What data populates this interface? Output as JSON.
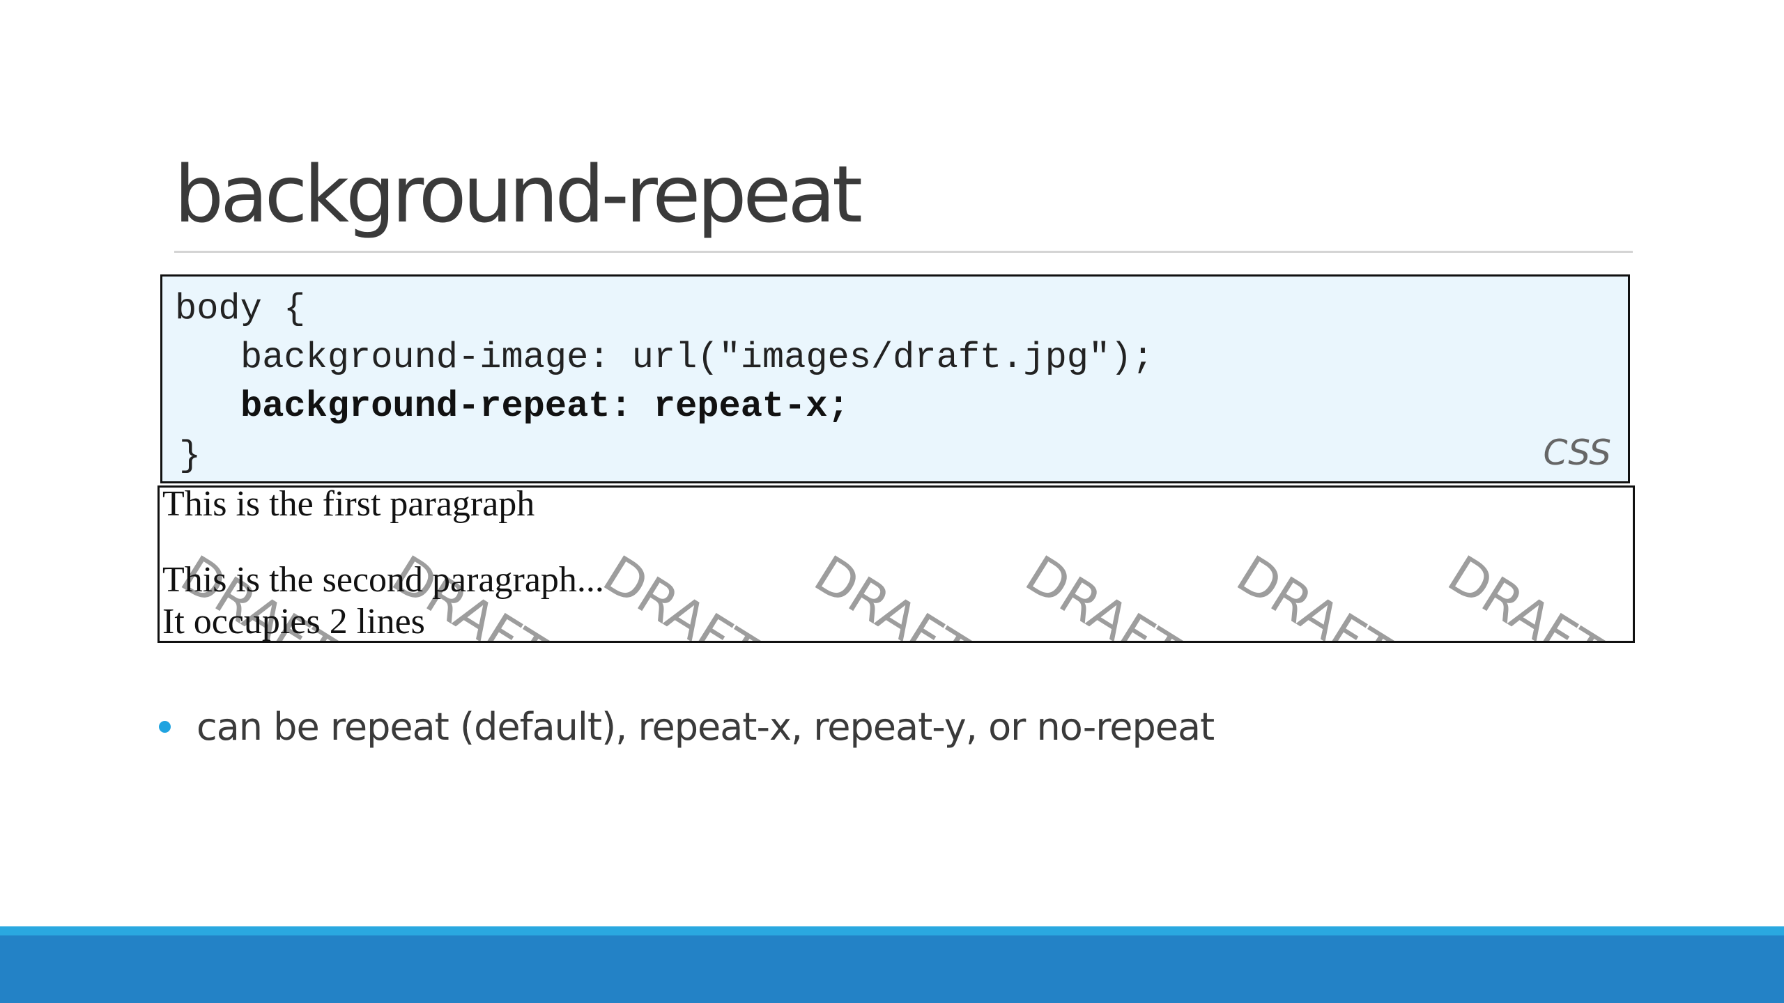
{
  "slide": {
    "title": "background-repeat",
    "code": {
      "line1": "body {",
      "line2": "background-image: url(\"images/draft.jpg\");",
      "line3": "background-repeat: repeat-x;",
      "line4": "}",
      "language_label": "CSS"
    },
    "output": {
      "paragraph1": "This is the first paragraph",
      "paragraph2_line1": "This is the second paragraph...",
      "paragraph2_line2": "It occupies 2 lines",
      "watermark_word": "DRAFT"
    },
    "bullets": [
      "can be repeat (default), repeat-x, repeat-y, or no-repeat"
    ]
  },
  "colors": {
    "title_text": "#3a3a3a",
    "code_background": "#eaf6fd",
    "bullet_accent": "#1fa3e0",
    "footer_strip": "#2aa8e0",
    "footer_band": "#2382c6"
  }
}
